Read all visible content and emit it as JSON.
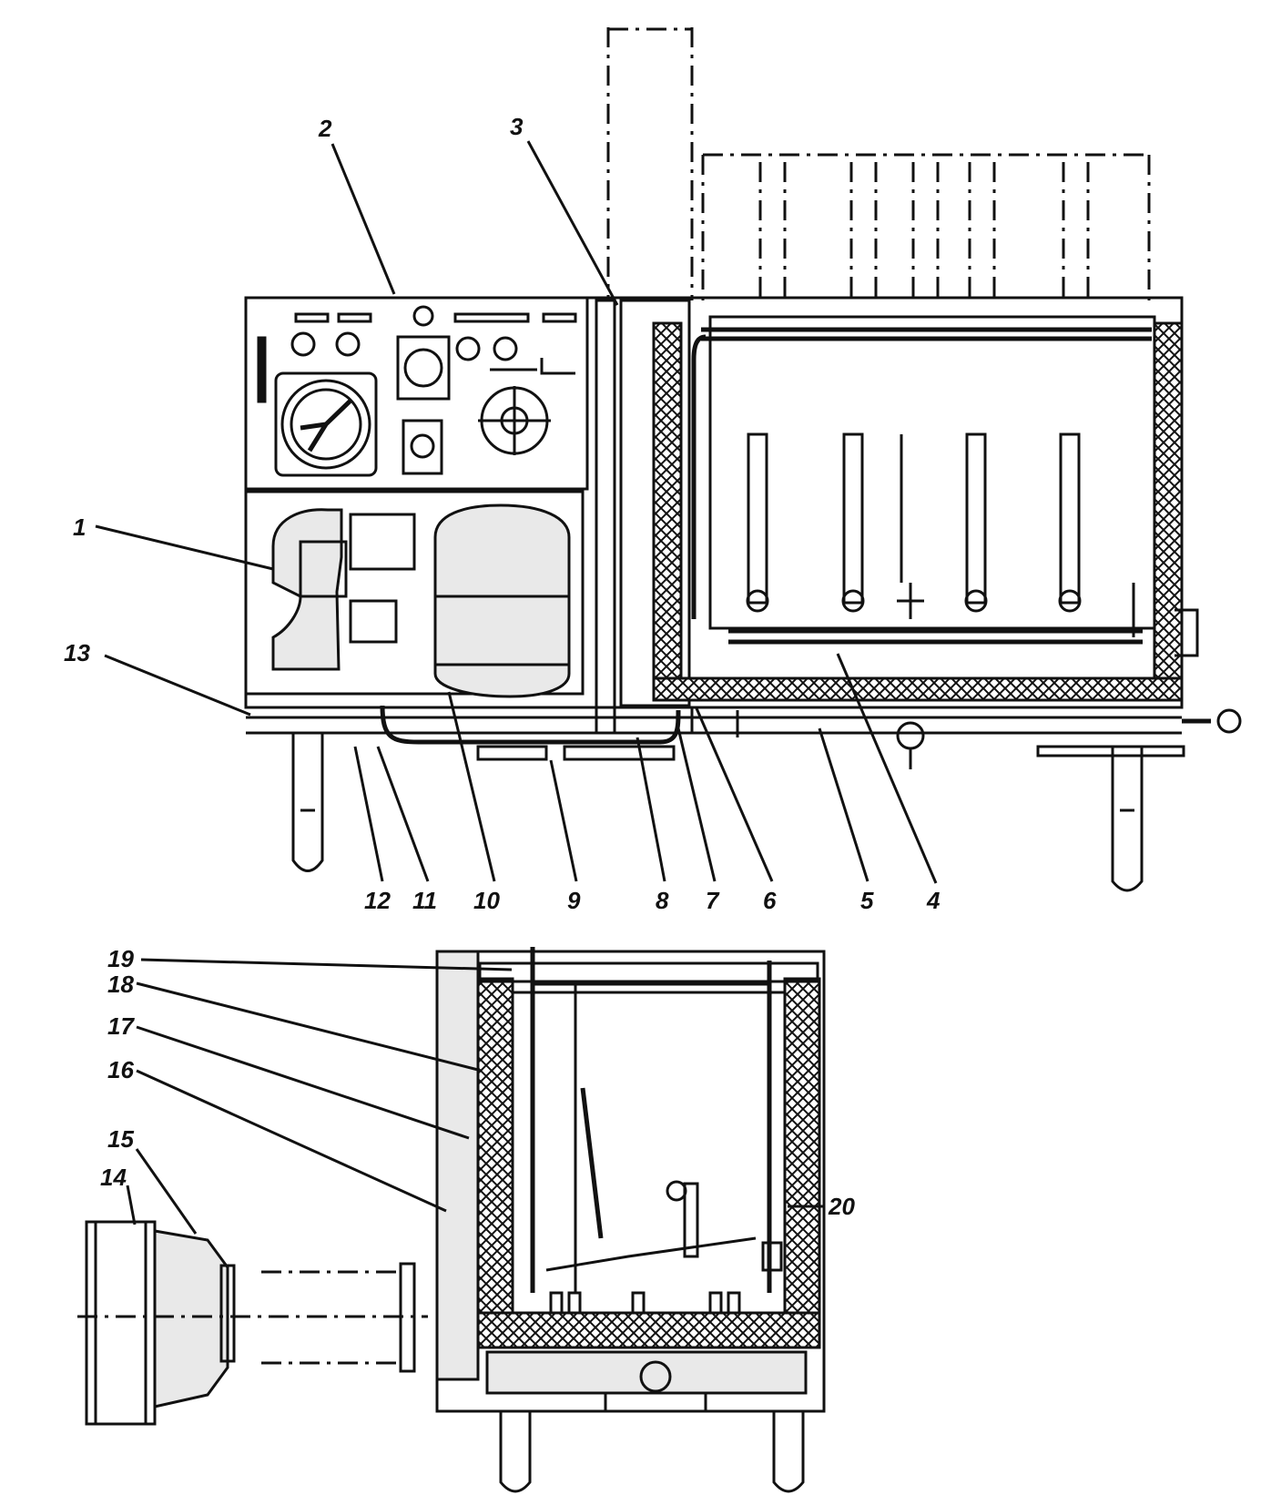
{
  "callouts": {
    "c1": "1",
    "c2": "2",
    "c3": "3",
    "c4": "4",
    "c5": "5",
    "c6": "6",
    "c7": "7",
    "c8": "8",
    "c9": "9",
    "c10": "10",
    "c11": "11",
    "c12": "12",
    "c13": "13",
    "c14": "14",
    "c15": "15",
    "c16": "16",
    "c17": "17",
    "c18": "18",
    "c19": "19",
    "c20": "20"
  },
  "colors": {
    "ink": "#111111",
    "paper": "#ffffff",
    "fill": "#e9e9e9"
  },
  "icons": [
    "pressure-gauge-icon",
    "switch-icon",
    "indicator-lamp-icon",
    "handwheel-icon"
  ]
}
